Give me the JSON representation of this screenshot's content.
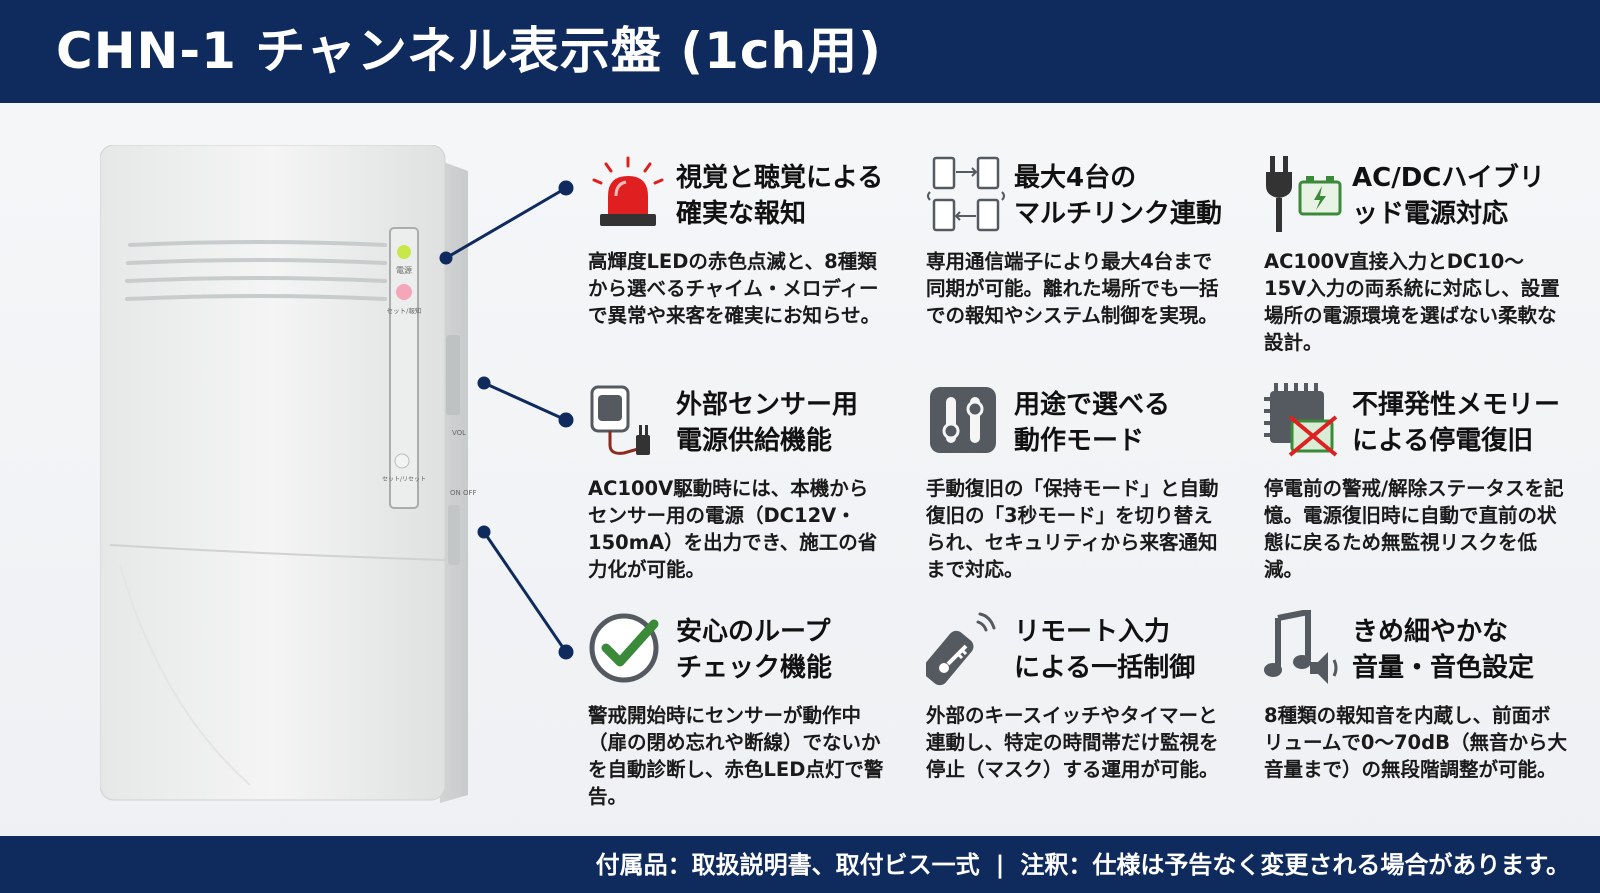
{
  "header": {
    "title": "CHN-1 チャンネル表示盤 (1ch用)"
  },
  "device": {
    "led_power_label": "電源",
    "led_set_label": "セット/報知",
    "reset_label": "セット/リセット",
    "vol_label": "VOL",
    "switch_label": "ON OFF"
  },
  "features": [
    {
      "icon": "red-siren-icon",
      "title_line1": "視覚と聴覚による",
      "title_line2": "確実な報知",
      "desc": "高輝度LEDの赤色点滅と、8種類から選べるチャイム・メロディーで異常や来客を確実にお知らせ。"
    },
    {
      "icon": "multilink-devices-icon",
      "title_line1": "最大4台の",
      "title_line2": "マルチリンク連動",
      "desc": "専用通信端子により最大4台まで同期が可能。離れた場所でも一括での報知やシステム制御を実現。"
    },
    {
      "icon": "plug-battery-icon",
      "title_line1": "AC/DCハイブリ",
      "title_line2": "ッド電源対応",
      "desc": "AC100V直接入力とDC10〜15V入力の両系統に対応し、設置場所の電源環境を選ばない柔軟な設計。"
    },
    {
      "icon": "sensor-power-icon",
      "title_line1": "外部センサー用",
      "title_line2": "電源供給機能",
      "desc": "AC100V駆動時には、本機からセンサー用の電源（DC12V・150mA）を出力でき、施工の省力化が可能。"
    },
    {
      "icon": "mode-switch-icon",
      "title_line1": "用途で選べる",
      "title_line2": "動作モード",
      "desc": "手動復旧の「保持モード」と自動復旧の「3秒モード」を切り替えられ、セキュリティから来客通知まで対応。"
    },
    {
      "icon": "memory-chip-icon",
      "title_line1": "不揮発性メモリー",
      "title_line2": "による停電復旧",
      "desc": "停電前の警戒/解除ステータスを記憶。電源復旧時に自動で直前の状態に戻るため無監視リスクを低減。"
    },
    {
      "icon": "check-circle-icon",
      "title_line1": "安心のループ",
      "title_line2": "チェック機能",
      "desc": "警戒開始時にセンサーが動作中（扉の閉め忘れや断線）でないかを自動診断し、赤色LED点灯で警告。"
    },
    {
      "icon": "remote-key-icon",
      "title_line1": "リモート入力",
      "title_line2": "による一括制御",
      "desc": "外部のキースイッチやタイマーと連動し、特定の時間帯だけ監視を停止（マスク）する運用が可能。"
    },
    {
      "icon": "music-volume-icon",
      "title_line1": "きめ細やかな",
      "title_line2": "音量・音色設定",
      "desc": "8種類の報知音を内蔵し、前面ボリュームで0〜70dB（無音から大音量まで）の無段階調整が可能。"
    }
  ],
  "footer": {
    "accessories": "付属品：取扱説明書、取付ビス一式",
    "separator": "|",
    "notice": "注釈：仕様は予告なく変更される場合があります。"
  },
  "colors": {
    "navy": "#0f2a5c",
    "red": "#e02020",
    "green": "#3a8a3a",
    "gray": "#555a60"
  }
}
